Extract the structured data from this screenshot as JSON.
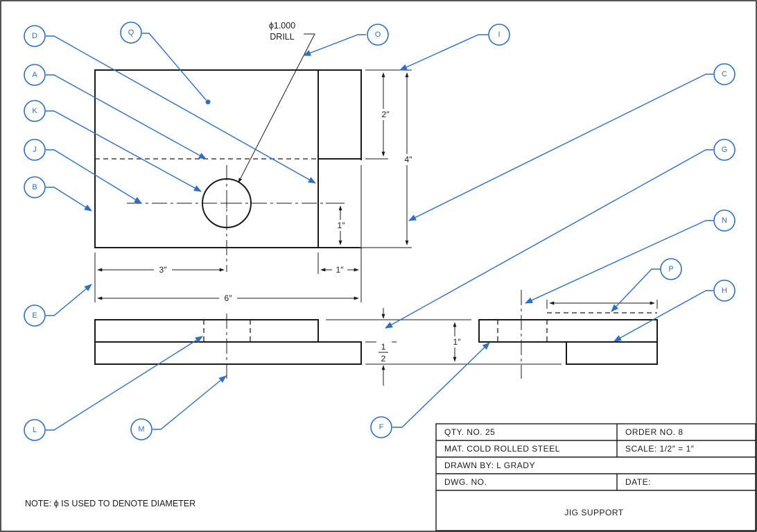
{
  "callouts": {
    "D": "D",
    "Q": "Q",
    "O": "O",
    "I": "I",
    "A": "A",
    "C": "C",
    "K": "K",
    "J": "J",
    "G": "G",
    "B": "B",
    "N": "N",
    "P": "P",
    "E": "E",
    "H": "H",
    "L": "L",
    "M": "M",
    "F": "F"
  },
  "drill_note": {
    "line1": "ϕ1.000",
    "line2": "DRILL"
  },
  "dimensions": {
    "height_2": "2″",
    "height_4": "4″",
    "height_1": "1″",
    "width_3": "3″",
    "width_1": "1″",
    "width_6": "6″",
    "thick_half_num": "1",
    "thick_half_den": "2",
    "thick_1": "1″"
  },
  "title_block": {
    "qty": "QTY. NO. 25",
    "order": "ORDER NO. 8",
    "material": "MAT. COLD ROLLED STEEL",
    "scale": "SCALE:  1/2″ = 1″",
    "drawn_by": "DRAWN BY:  L GRADY",
    "dwg_no": "DWG. NO.",
    "date": "DATE:",
    "title": "JIG SUPPORT"
  },
  "note": "NOTE: ϕ IS USED TO DENOTE DIAMETER",
  "colors": {
    "callout": "#2f6fc0",
    "line": "#1a1a1a"
  }
}
